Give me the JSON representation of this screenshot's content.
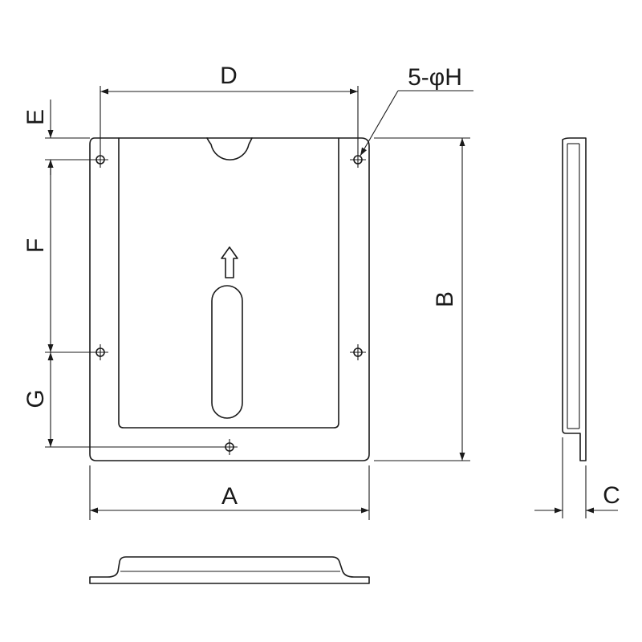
{
  "labels": {
    "a": "A",
    "b": "B",
    "c": "C",
    "d": "D",
    "e": "E",
    "f": "F",
    "g": "G",
    "h": "5-φH"
  },
  "icons": {
    "direction": "up-arrow-icon"
  }
}
